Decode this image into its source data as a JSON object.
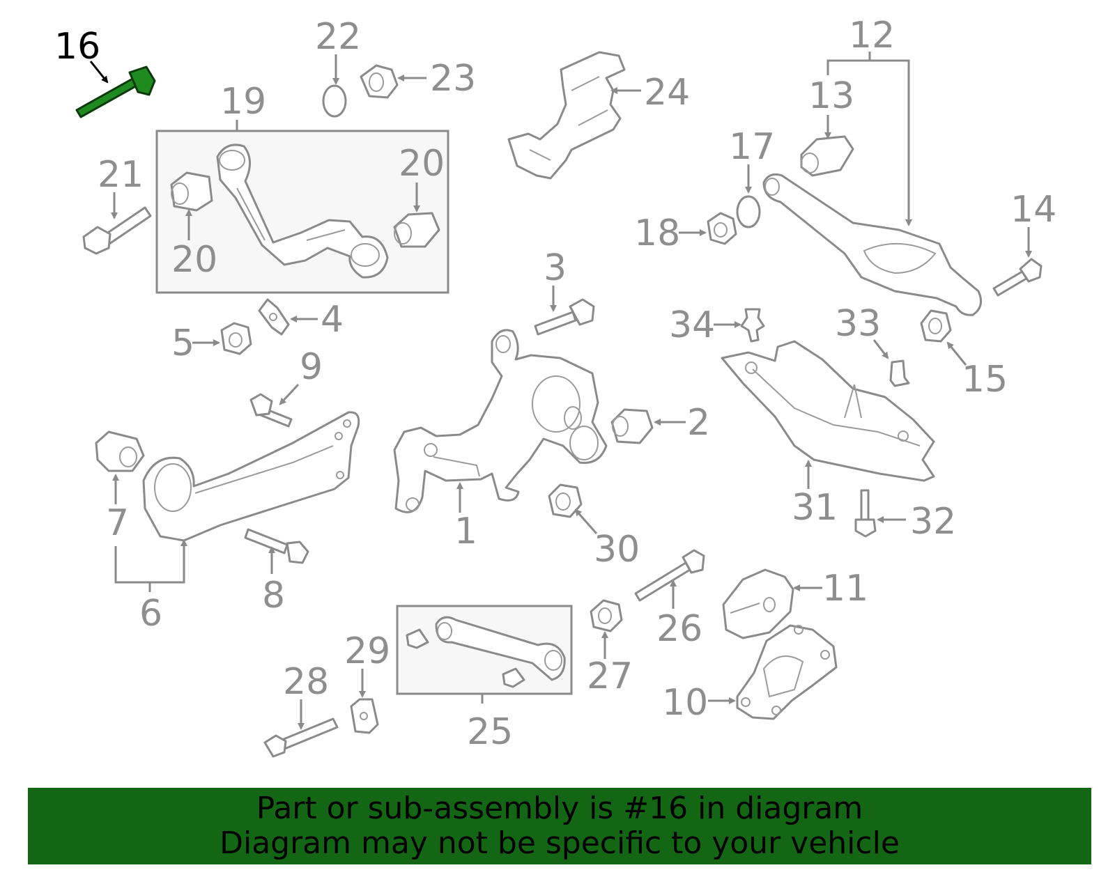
{
  "diagram": {
    "highlight_color": "#1f8a1f",
    "part_line_color": "#8a8a8a",
    "highlighted_part": "16",
    "callouts": [
      "1",
      "2",
      "3",
      "4",
      "5",
      "6",
      "7",
      "8",
      "9",
      "10",
      "11",
      "12",
      "13",
      "14",
      "15",
      "16",
      "17",
      "18",
      "19",
      "20",
      "21",
      "22",
      "23",
      "24",
      "25",
      "26",
      "27",
      "28",
      "29",
      "30",
      "31",
      "32",
      "33",
      "34"
    ]
  },
  "banner": {
    "background": "#136613",
    "line1": "Part or sub-assembly is #16 in diagram",
    "line2": "Diagram may not be specific to your vehicle"
  }
}
